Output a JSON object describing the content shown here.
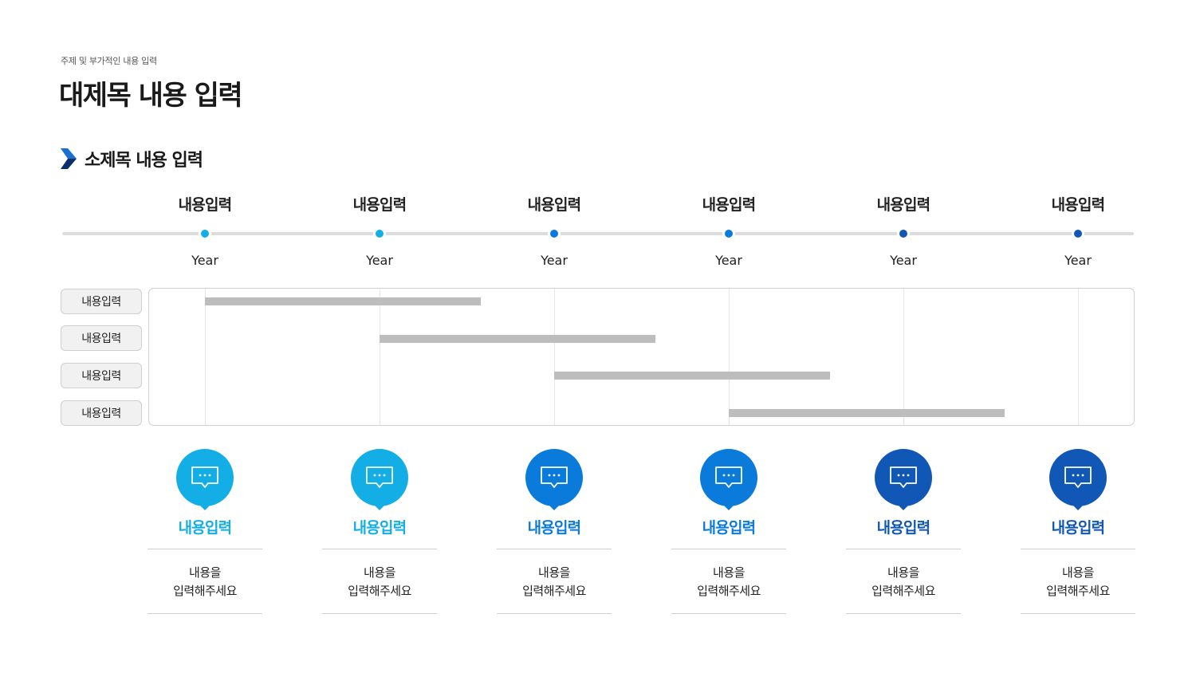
{
  "header": {
    "eyebrow": "주제 및 부가적인 내용 입력",
    "title": "대제목 내용 입력"
  },
  "subhead": {
    "icon": "chevron-right-icon",
    "text": "소제목 내용 입력"
  },
  "colors": {
    "light_blue": "#14aee6",
    "mid_blue": "#0a7bdb",
    "dark_blue": "#1157b5",
    "bar_gray": "#bdbdbd",
    "track_gray": "#dcdcdc"
  },
  "timeline": [
    {
      "label": "내용입력",
      "year": "Year",
      "color": "#14aee6"
    },
    {
      "label": "내용입력",
      "year": "Year",
      "color": "#14aee6"
    },
    {
      "label": "내용입력",
      "year": "Year",
      "color": "#0a7bdb"
    },
    {
      "label": "내용입력",
      "year": "Year",
      "color": "#0a7bdb"
    },
    {
      "label": "내용입력",
      "year": "Year",
      "color": "#1157b5"
    },
    {
      "label": "내용입력",
      "year": "Year",
      "color": "#1157b5"
    }
  ],
  "gantt": {
    "rows": [
      {
        "label": "내용입력",
        "start": 0,
        "span": 1.58
      },
      {
        "label": "내용입력",
        "start": 1,
        "span": 1.58
      },
      {
        "label": "내용입력",
        "start": 2,
        "span": 1.58
      },
      {
        "label": "내용입력",
        "start": 3,
        "span": 1.58
      }
    ]
  },
  "cards": [
    {
      "icon": "chat-bubble-icon",
      "title": "내용입력",
      "desc_line1": "내용을",
      "desc_line2": "입력해주세요",
      "color": "#14aee6"
    },
    {
      "icon": "chat-bubble-icon",
      "title": "내용입력",
      "desc_line1": "내용을",
      "desc_line2": "입력해주세요",
      "color": "#14aee6"
    },
    {
      "icon": "chat-bubble-icon",
      "title": "내용입력",
      "desc_line1": "내용을",
      "desc_line2": "입력해주세요",
      "color": "#0a7bdb"
    },
    {
      "icon": "chat-bubble-icon",
      "title": "내용입력",
      "desc_line1": "내용을",
      "desc_line2": "입력해주세요",
      "color": "#0a7bdb"
    },
    {
      "icon": "chat-bubble-icon",
      "title": "내용입력",
      "desc_line1": "내용을",
      "desc_line2": "입력해주세요",
      "color": "#1157b5"
    },
    {
      "icon": "chat-bubble-icon",
      "title": "내용입력",
      "desc_line1": "내용을",
      "desc_line2": "입력해주세요",
      "color": "#1157b5"
    }
  ]
}
